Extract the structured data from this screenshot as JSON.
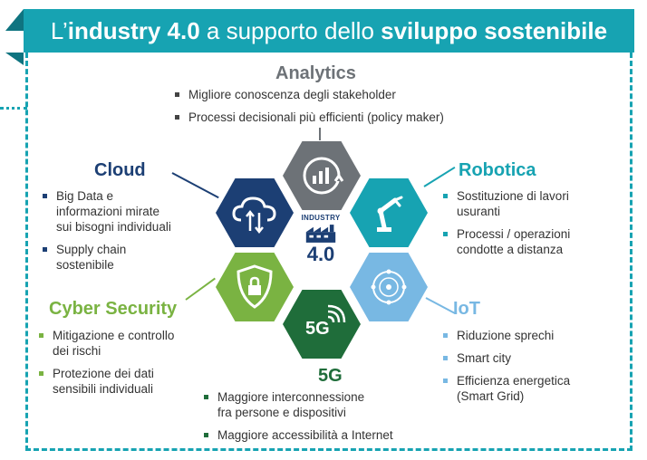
{
  "title": {
    "prefix": "L’",
    "bold1": "industry 4.0",
    "middle": " a supporto dello ",
    "bold2": "sviluppo sostenibile"
  },
  "center": {
    "label_top": "INDUSTRY",
    "label_big": "4.0"
  },
  "colors": {
    "teal": "#17a3b2",
    "navy": "#1c3f74",
    "gray": "#6d7277",
    "green": "#7ab342",
    "dark_green": "#1f6d3a",
    "light_blue": "#78b8e3"
  },
  "analytics": {
    "heading": "Analytics",
    "items": [
      "Migliore conoscenza degli stakeholder",
      "Processi decisionali più efficienti (policy maker)"
    ]
  },
  "cloud": {
    "heading": "Cloud",
    "items": [
      [
        "Big Data e",
        "informazioni mirate",
        "sui bisogni individuali"
      ],
      [
        "Supply chain",
        "sostenibile"
      ]
    ]
  },
  "robotica": {
    "heading": "Robotica",
    "items": [
      [
        "Sostituzione di lavori",
        "usuranti"
      ],
      [
        "Processi / operazioni",
        "condotte a distanza"
      ]
    ]
  },
  "cyber": {
    "heading": "Cyber Security",
    "items": [
      [
        "Mitigazione e controllo",
        "dei rischi"
      ],
      [
        "Protezione dei dati",
        "sensibili individuali"
      ]
    ]
  },
  "iot": {
    "heading": "IoT",
    "items": [
      [
        "Riduzione sprechi"
      ],
      [
        "Smart city"
      ],
      [
        "Efficienza energetica",
        "(Smart Grid)"
      ]
    ]
  },
  "fiveg": {
    "heading": "5G",
    "hex_label": "5G",
    "items": [
      [
        "Maggiore interconnessione",
        "fra persone e dispositivi"
      ],
      [
        "Maggiore accessibilità a Internet"
      ]
    ]
  }
}
